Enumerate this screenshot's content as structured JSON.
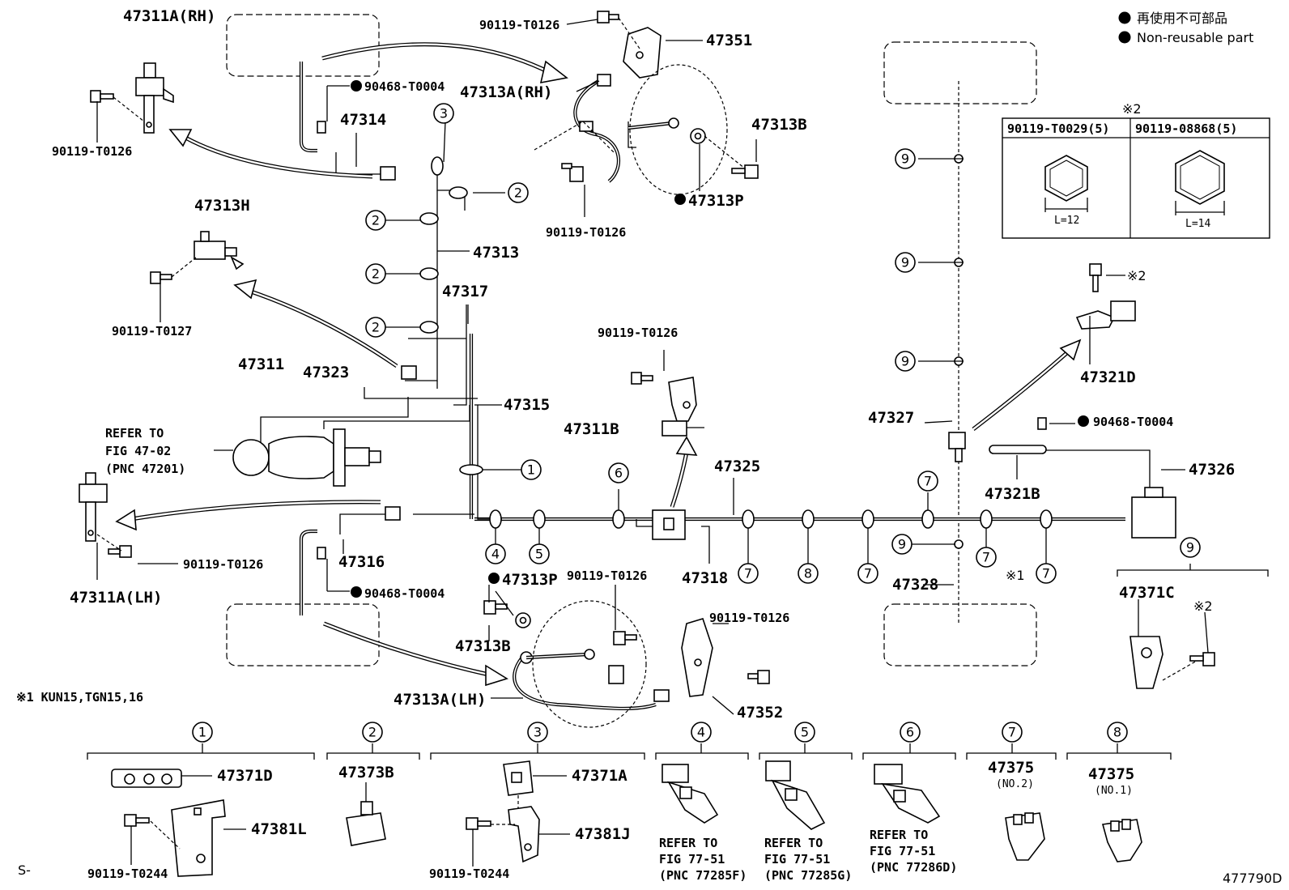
{
  "legend": {
    "line1": "再使用不可部品",
    "line2": "Non-reusable part"
  },
  "footnote": "※1  KUN15,TGN15,16",
  "corner_left": "S-",
  "corner_right": "477790D",
  "size_table": {
    "mark": "※2",
    "col1_header": "90119-T0029(5)",
    "col2_header": "90119-08868(5)",
    "col1_dim": "L=12",
    "col2_dim": "L=14"
  },
  "refer_main": {
    "line1": "REFER TO",
    "line2": "FIG 47-02",
    "line3": "(PNC 47201)"
  },
  "labels": {
    "p47311A_RH": "47311A(RH)",
    "p90119T0126_a": "90119-T0126",
    "p90119T0126_b": "90119-T0126",
    "p90119T0126_c": "90119-T0126",
    "p90119T0126_d": "90119-T0126",
    "p90119T0126_e": "90119-T0126",
    "p90119T0126_f": "90119-T0126",
    "p90119T0126_g": "90119-T0126",
    "p47351": "47351",
    "p90468T0004_a": "90468-T0004",
    "p90468T0004_b": "90468-T0004",
    "p90468T0004_c": "90468-T0004",
    "p47313A_RH": "47313A(RH)",
    "p47314": "47314",
    "p47313B_a": "47313B",
    "p47313B_b": "47313B",
    "p47313P_a": "47313P",
    "p47313P_b": "47313P",
    "p47313H": "47313H",
    "p47313": "47313",
    "p90119T0127": "90119-T0127",
    "p47317": "47317",
    "p47311": "47311",
    "p47323": "47323",
    "p47315": "47315",
    "p47311B": "47311B",
    "p47325": "47325",
    "p47327": "47327",
    "p47321D": "47321D",
    "p47326": "47326",
    "p47321B": "47321B",
    "p47316": "47316",
    "p47311A_LH": "47311A(LH)",
    "p47318": "47318",
    "p47328": "47328",
    "p47371C": "47371C",
    "p47313A_LH": "47313A(LH)",
    "p47352": "47352",
    "p47371D": "47371D",
    "p47381L": "47381L",
    "p90119T0244_a": "90119-T0244",
    "p90119T0244_b": "90119-T0244",
    "p47373B": "47373B",
    "p47371A": "47371A",
    "p47381J": "47381J",
    "p47375_a": "47375",
    "p47375_a_sub": "(NO.2)",
    "p47375_b": "47375",
    "p47375_b_sub": "(NO.1)",
    "mark_x2_a": "※2",
    "mark_x2_b": "※2",
    "mark_x1": "※1"
  },
  "refer_boxes": [
    {
      "line1": "REFER TO",
      "line2": "FIG 77-51",
      "line3": "(PNC 77285F)"
    },
    {
      "line1": "REFER TO",
      "line2": "FIG 77-51",
      "line3": "(PNC 77285G)"
    },
    {
      "line1": "REFER TO",
      "line2": "FIG 77-51",
      "line3": "(PNC 77286D)"
    }
  ],
  "callouts": {
    "c1": "1",
    "c2": "2",
    "c3": "3",
    "c4": "4",
    "c5": "5",
    "c6": "6",
    "c7": "7",
    "c8": "8",
    "c9": "9"
  }
}
